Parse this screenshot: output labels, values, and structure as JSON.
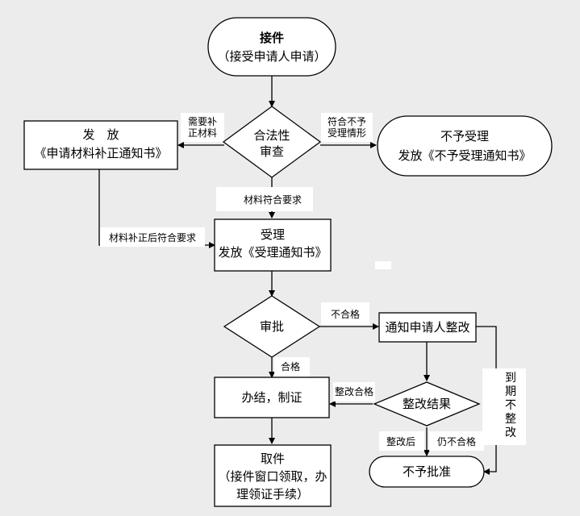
{
  "nodes": {
    "accept_application": {
      "line1": "接件",
      "line2": "（接受申请人申请）"
    },
    "legality_review": {
      "line1": "合法性",
      "line2": "审查"
    },
    "issue_correction_notice": {
      "line1": "发　放",
      "line2": "《申请材料补正通知书》"
    },
    "reject_acceptance": {
      "line1": "不予受理",
      "line2": "发放《不予受理通知书》"
    },
    "acceptance": {
      "line1": "受理",
      "line2": "发放《受理通知书》"
    },
    "approval_review": {
      "line1": "审批"
    },
    "notify_rectification": {
      "line1": "通知申请人整改"
    },
    "rectification_result": {
      "line1": "整改结果"
    },
    "complete_certificate": {
      "line1": "办结，制证"
    },
    "collect_documents": {
      "line1": "取件",
      "line2": "（接件窗口领取，办",
      "line3": "理领证手续）"
    },
    "not_approved": {
      "line1": "不予批准"
    }
  },
  "edge_labels": {
    "need_correction": {
      "line1": "需要补",
      "line2": "正材料"
    },
    "not_meet_acceptance": {
      "line1": "符合不予",
      "line2": "受理情形"
    },
    "materials_meet_requirements": "材料符合要求",
    "corrected_materials_meet": "材料补正后符合要求",
    "unqualified": "不合格",
    "qualified": "合格",
    "rectification_qualified": "整改合格",
    "still_unqualified_after": "整改后",
    "still_unqualified": "仍不合格",
    "deadline_not_rectified": "到期不整改"
  }
}
